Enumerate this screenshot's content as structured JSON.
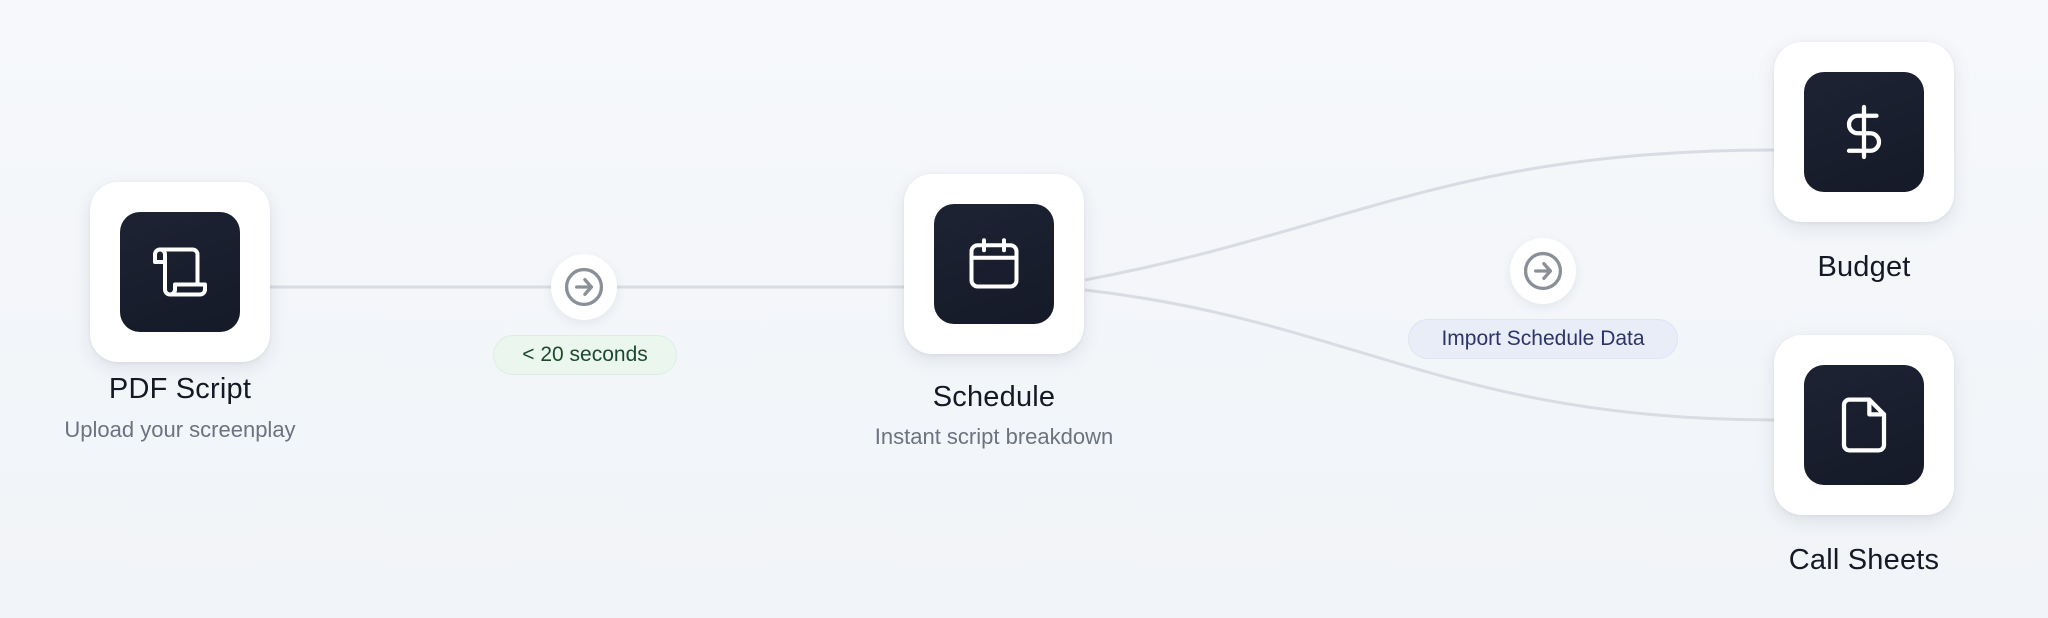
{
  "nodes": {
    "pdf_script": {
      "title": "PDF Script",
      "subtitle": "Upload your screenplay",
      "icon": "scroll-icon"
    },
    "schedule": {
      "title": "Schedule",
      "subtitle": "Instant script breakdown",
      "icon": "calendar-icon"
    },
    "budget": {
      "title": "Budget",
      "icon": "dollar-icon"
    },
    "call_sheets": {
      "title": "Call Sheets",
      "icon": "document-icon"
    }
  },
  "connectors": {
    "first": {
      "label": "< 20 seconds",
      "icon": "arrow-right-circle-icon"
    },
    "second": {
      "label": "Import Schedule Data",
      "icon": "arrow-right-circle-icon"
    }
  },
  "colors": {
    "tile_dark": "#1a1f2e",
    "tile_bg": "#ffffff",
    "line": "#d9dce2",
    "pill_green_bg": "#eaf6ee",
    "pill_green_text": "#1c4b2c",
    "pill_blue_bg": "#e9edf8",
    "pill_blue_text": "#2b3566"
  }
}
